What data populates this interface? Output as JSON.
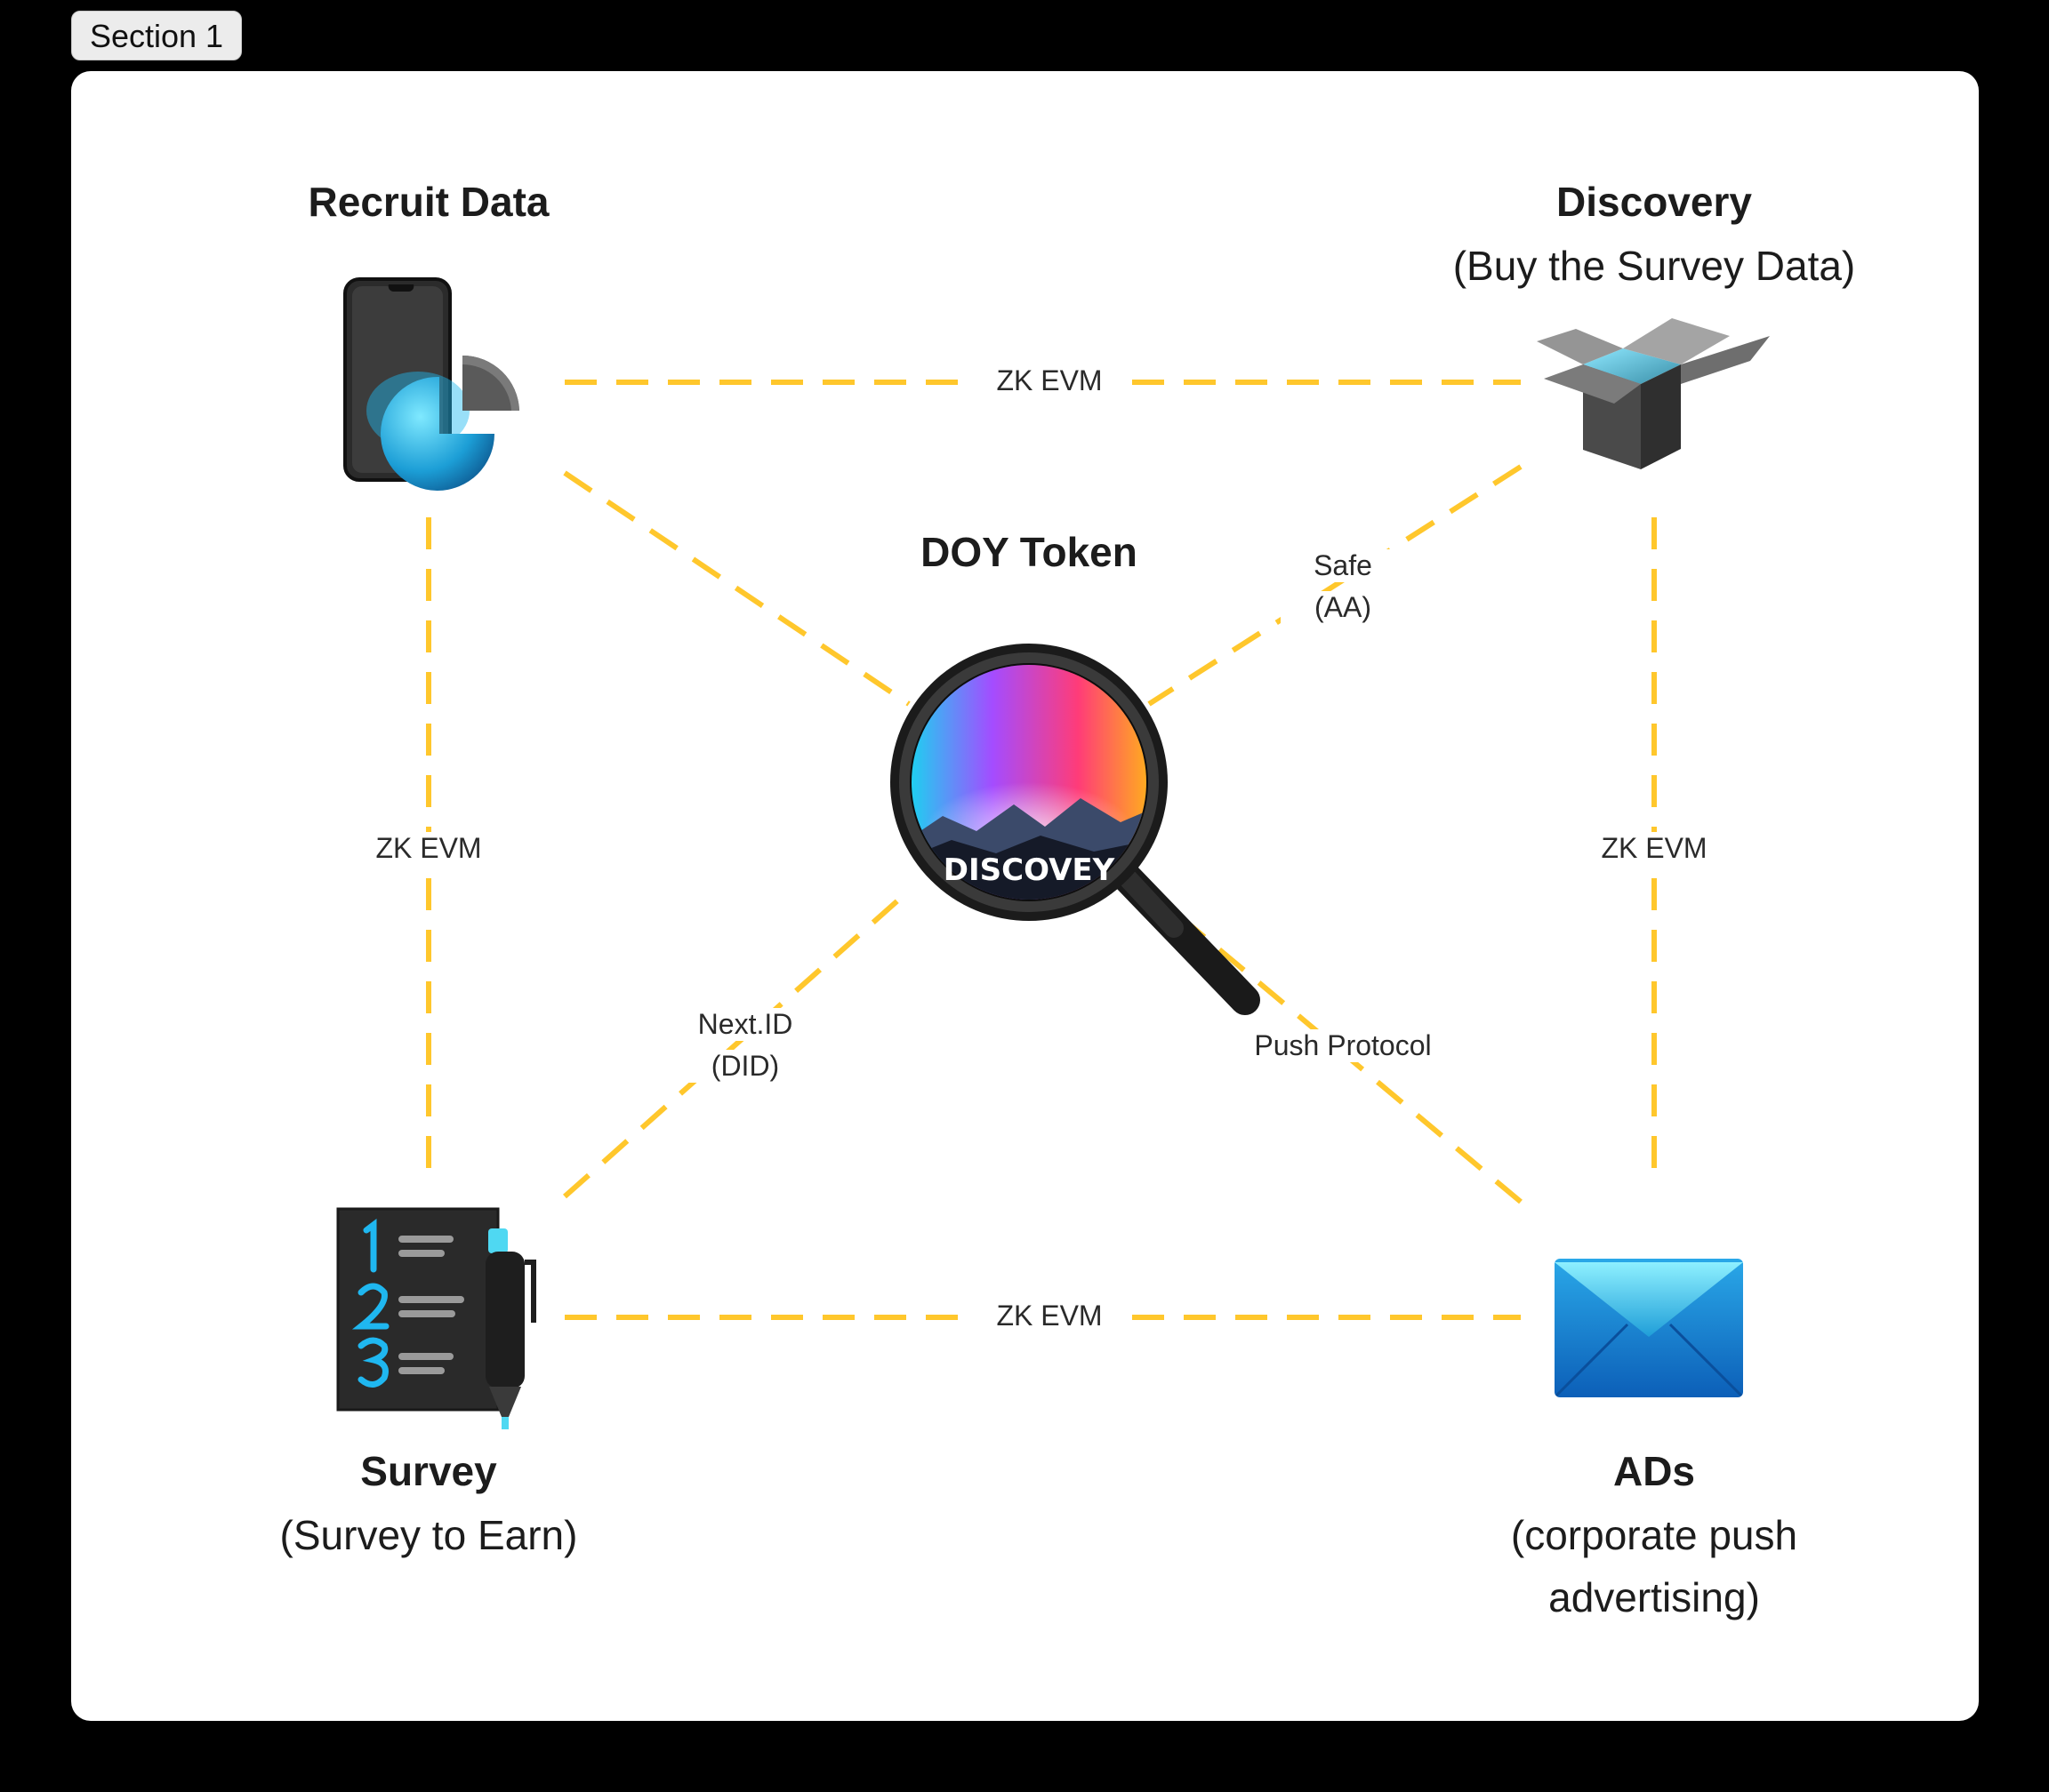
{
  "section_label": "Section 1",
  "nodes": {
    "recruit": {
      "title": "Recruit Data",
      "icon": "phone-chart-icon"
    },
    "discovery": {
      "title": "Discovery",
      "subtitle": "(Buy the Survey Data)",
      "icon": "open-box-icon"
    },
    "center": {
      "title": "DOY Token",
      "icon": "magnifier-logo-icon",
      "logo_text": "DISCOVEY"
    },
    "survey": {
      "title": "Survey",
      "subtitle": "(Survey to Earn)",
      "icon": "numbered-list-pen-icon"
    },
    "ads": {
      "title": "ADs",
      "subtitle_line1": "(corporate push",
      "subtitle_line2": "advertising)",
      "icon": "envelope-icon"
    }
  },
  "edges": {
    "top": "ZK EVM",
    "left": "ZK EVM",
    "right": "ZK EVM",
    "bottom": "ZK EVM",
    "safe_line1": "Safe",
    "safe_line2": "(AA)",
    "nextid_line1": "Next.ID",
    "nextid_line2": "(DID)",
    "push": "Push Protocol"
  },
  "colors": {
    "connector": "#FFC72C",
    "background": "#000000",
    "canvas": "#FFFFFF"
  }
}
